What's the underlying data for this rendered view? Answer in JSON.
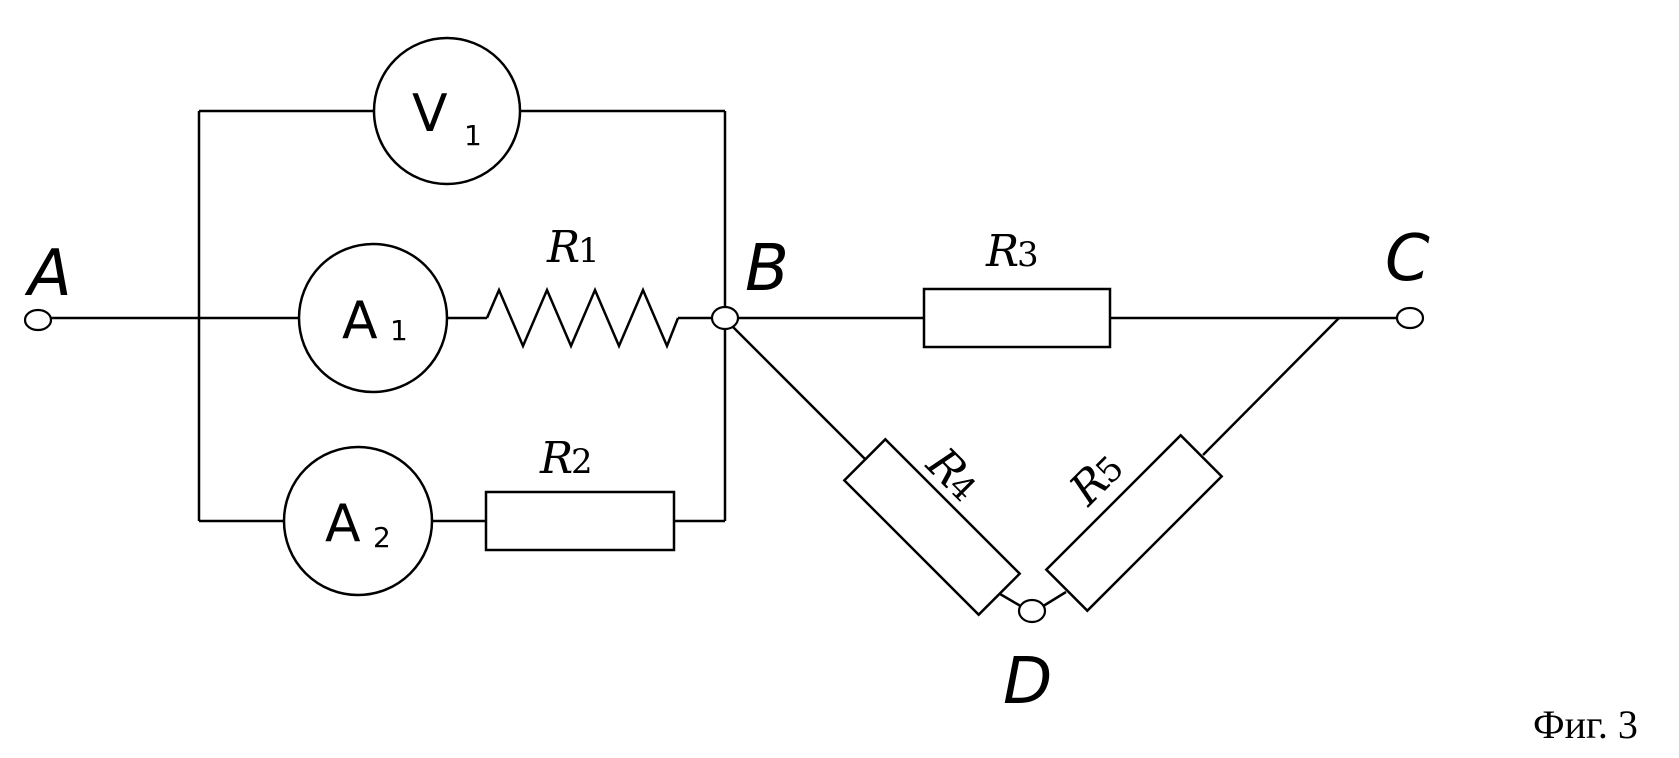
{
  "nodes": {
    "a": "A",
    "b": "B",
    "c": "C",
    "d": "D"
  },
  "meters": {
    "v1": {
      "letter": "V",
      "sub": "1"
    },
    "a1": {
      "letter": "A",
      "sub": "1"
    },
    "a2": {
      "letter": "A",
      "sub": "2"
    }
  },
  "resistors": {
    "r1": {
      "letter": "R",
      "sub": "1"
    },
    "r2": {
      "letter": "R",
      "sub": "2"
    },
    "r3": {
      "letter": "R",
      "sub": "3"
    },
    "r4": {
      "letter": "R",
      "sub": "4"
    },
    "r5": {
      "letter": "R",
      "sub": "5"
    }
  },
  "caption": "Фиг. 3"
}
